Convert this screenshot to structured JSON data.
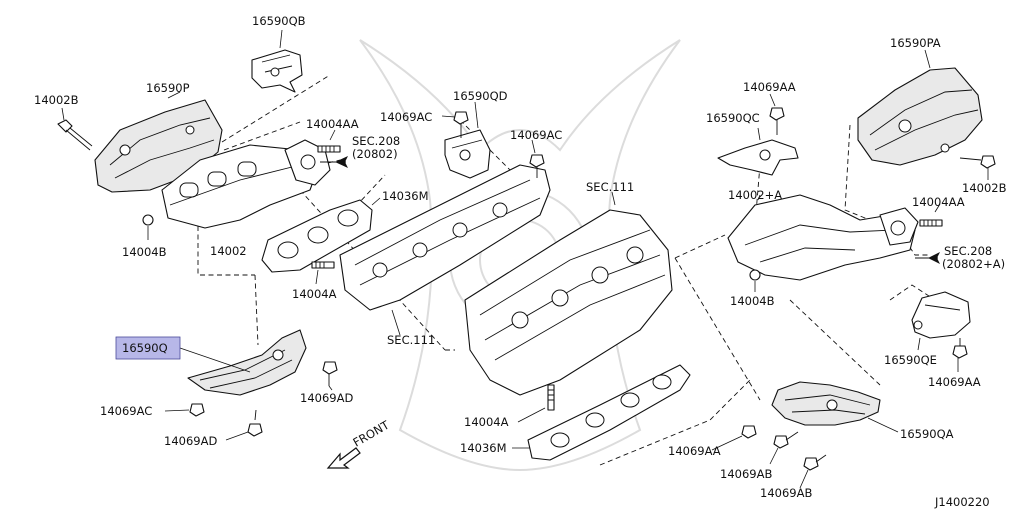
{
  "diagram": {
    "drawing_number": "J1400220",
    "highlighted_part": "16590Q",
    "direction_label": "FRONT",
    "labels": {
      "p16590QB": "16590QB",
      "p16590P": "16590P",
      "p14002B_left": "14002B",
      "p14004AA_left": "14004AA",
      "sec208_left": "SEC.208",
      "sec208_left_sub": "(20802)",
      "p14069AC_top": "14069AC",
      "p16590QD": "16590QD",
      "p14069AC_mid": "14069AC",
      "p14036M_upper": "14036M",
      "sec111_upper": "SEC.111",
      "p14004B_left": "14004B",
      "p14002": "14002",
      "p14004A_left": "14004A",
      "sec111_lower": "SEC.111",
      "p16590Q": "16590Q",
      "p14069AD_right": "14069AD",
      "p14069AC_bottom": "14069AC",
      "p14069AD_bottom": "14069AD",
      "p14004A_lower": "14004A",
      "p14036M_lower": "14036M",
      "p14069AA_top": "14069AA",
      "p16590QC": "16590QC",
      "p16590PA": "16590PA",
      "p14002B_right": "14002B",
      "p14002A": "14002+A",
      "p14004AA_right": "14004AA",
      "sec208_right": "SEC.208",
      "sec208_right_sub": "(20802+A)",
      "p14004B_right": "14004B",
      "p16590QE": "16590QE",
      "p14069AA_right": "14069AA",
      "p14069AA_bottom": "14069AA",
      "p14069AB_upper": "14069AB",
      "p14069AB_lower": "14069AB",
      "p16590QA": "16590QA"
    }
  }
}
